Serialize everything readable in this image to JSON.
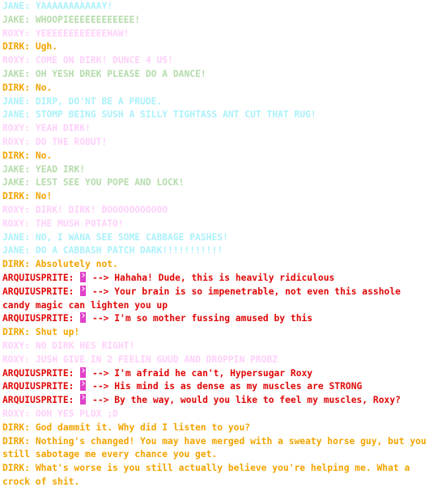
{
  "colors": {
    "JANE": "#00d5f2",
    "JAKE": "#1f9400",
    "ROXY": "#ff6ff2",
    "DIRK": "#f2a400",
    "ARQUIUSPRITE": "#e00707"
  },
  "icons": {
    "sprite": "pink-arrow-icon"
  },
  "log": [
    {
      "speaker": "JANE",
      "text": "YAAAAAAAAAAAY!",
      "faded": true
    },
    {
      "speaker": "JAKE",
      "text": "WHOOPIEEEEEEEEEEEE!",
      "faded": true
    },
    {
      "speaker": "ROXY",
      "text": "YEEEEEEEEEEEEHAW!",
      "faded": true
    },
    {
      "speaker": "DIRK",
      "text": "Ugh.",
      "faded": false
    },
    {
      "speaker": "ROXY",
      "text": "COME ON DIRK! DUNCE 4 US!",
      "faded": true
    },
    {
      "speaker": "JAKE",
      "text": "OH YESH DREK PLEASE DO A DANCE!",
      "faded": true
    },
    {
      "speaker": "DIRK",
      "text": "No.",
      "faded": false
    },
    {
      "speaker": "JANE",
      "text": "DIRP, DO'NT BE A PRUDE.",
      "faded": true
    },
    {
      "speaker": "JANE",
      "text": "STOMP BEING SUSH A SILLY TIGHTASS ANT CUT THAT RUG!",
      "faded": true
    },
    {
      "speaker": "ROXY",
      "text": "YEAH DIRK!",
      "faded": true
    },
    {
      "speaker": "ROXY",
      "text": "DO THE ROBUT!",
      "faded": true
    },
    {
      "speaker": "DIRK",
      "text": "No.",
      "faded": false
    },
    {
      "speaker": "JAKE",
      "text": "YEAD IRK!",
      "faded": true
    },
    {
      "speaker": "JAKE",
      "text": "LEST SEE YOU POPE AND LOCK!",
      "faded": true
    },
    {
      "speaker": "DIRK",
      "text": "No!",
      "faded": false
    },
    {
      "speaker": "ROXY",
      "text": "DIRK! DIRK! DOOOOOOOOOOO",
      "faded": true
    },
    {
      "speaker": "ROXY",
      "text": "THE MUSH POTATO!",
      "faded": true
    },
    {
      "speaker": "JANE",
      "text": "NO, I WANA SEE SOME CABBAGE PASHES!",
      "faded": true
    },
    {
      "speaker": "JANE",
      "text": "DO A CABBASH PATCH DARK!!!!!!!!!!!",
      "faded": true
    },
    {
      "speaker": "DIRK",
      "text": "Absolutely not.",
      "faded": false
    },
    {
      "speaker": "ARQUIUSPRITE",
      "sprite": true,
      "text": "--> Hahaha! Dude, this is heavily ridiculous",
      "faded": false
    },
    {
      "speaker": "ARQUIUSPRITE",
      "sprite": true,
      "text": "--> Your brain is so impenetrable, not even this asshole candy magic can lighten you up",
      "faded": false
    },
    {
      "speaker": "ARQUIUSPRITE",
      "sprite": true,
      "text": "--> I'm so mother fussing amused by this",
      "faded": false
    },
    {
      "speaker": "DIRK",
      "text": "Shut up!",
      "faded": false
    },
    {
      "speaker": "ROXY",
      "text": "NO DIRK HES RIGHT!",
      "faded": true
    },
    {
      "speaker": "ROXY",
      "text": "JUSH GIVE IN 2 FEELIN GUUD AND DROPPIN PROBZ",
      "faded": true
    },
    {
      "speaker": "ARQUIUSPRITE",
      "sprite": true,
      "text": "--> I'm afraid he can't, Hypersugar Roxy",
      "faded": false
    },
    {
      "speaker": "ARQUIUSPRITE",
      "sprite": true,
      "text": "--> His mind is as dense as my muscles are STRONG",
      "faded": false
    },
    {
      "speaker": "ARQUIUSPRITE",
      "sprite": true,
      "text": "--> By the way, would you like to feel my muscles, Roxy?",
      "faded": false
    },
    {
      "speaker": "ROXY",
      "text": "OOH YES PLOX ;D",
      "faded": true
    },
    {
      "speaker": "DIRK",
      "text": "God dammit it. Why did I listen to you?",
      "faded": false
    },
    {
      "speaker": "DIRK",
      "text": "Nothing's changed! You may have merged with a sweaty horse guy, but you still sabotage me every chance you get.",
      "faded": false
    },
    {
      "speaker": "DIRK",
      "text": "What's worse is you still actually believe you're helping me. What a crock of shit.",
      "faded": false
    }
  ]
}
